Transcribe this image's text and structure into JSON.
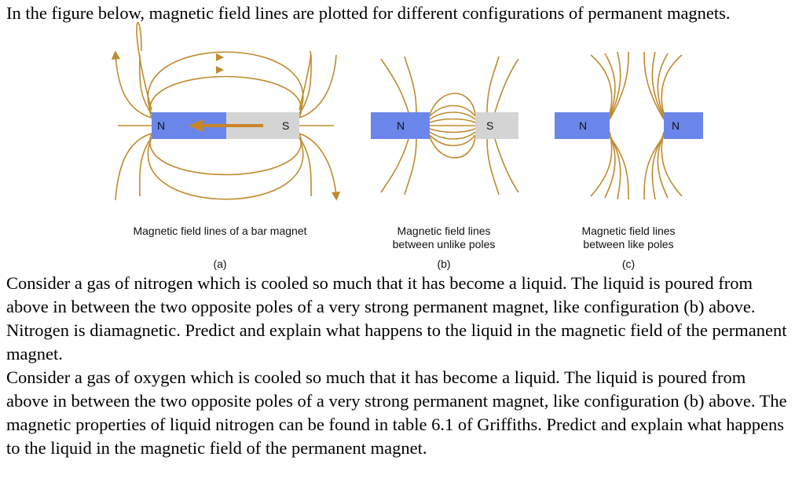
{
  "document": {
    "intro": "In the figure below, magnetic field lines are plotted for different configurations of permanent magnets.",
    "question_1": "Consider a gas of nitrogen which is cooled so much that it has become a liquid. The liquid is poured from above in between the two opposite poles of a very strong permanent magnet, like configuration (b) above. Nitrogen is diamagnetic. Predict and explain what happens to the liquid in the magnetic field of the permanent magnet.",
    "question_2": "Consider a gas of oxygen which is cooled so much that it has become a liquid. The liquid is poured from above in between the two opposite poles of a very strong permanent magnet, like configuration (b) above. The magnetic properties of liquid nitrogen can be found in table 6.1 of Griffiths. Predict and explain what happens to the liquid in the magnetic field of the permanent magnet."
  },
  "figure": {
    "panel_a": {
      "caption": "Magnetic field lines of a bar magnet",
      "label": "(a)",
      "pole_left": "N",
      "pole_right": "S"
    },
    "panel_b": {
      "caption_line1": "Magnetic field lines",
      "caption_line2": "between unlike poles",
      "label": "(b)",
      "pole_left": "N",
      "pole_right": "S"
    },
    "panel_c": {
      "caption_line1": "Magnetic field lines",
      "caption_line2": "between like poles",
      "label": "(c)",
      "pole_left": "N",
      "pole_right": "N"
    }
  },
  "colors": {
    "field_line": "#c08a2e",
    "north_pole": "#6b86ea",
    "south_pole": "#d4d4d4",
    "arrow": "#c9852a"
  }
}
